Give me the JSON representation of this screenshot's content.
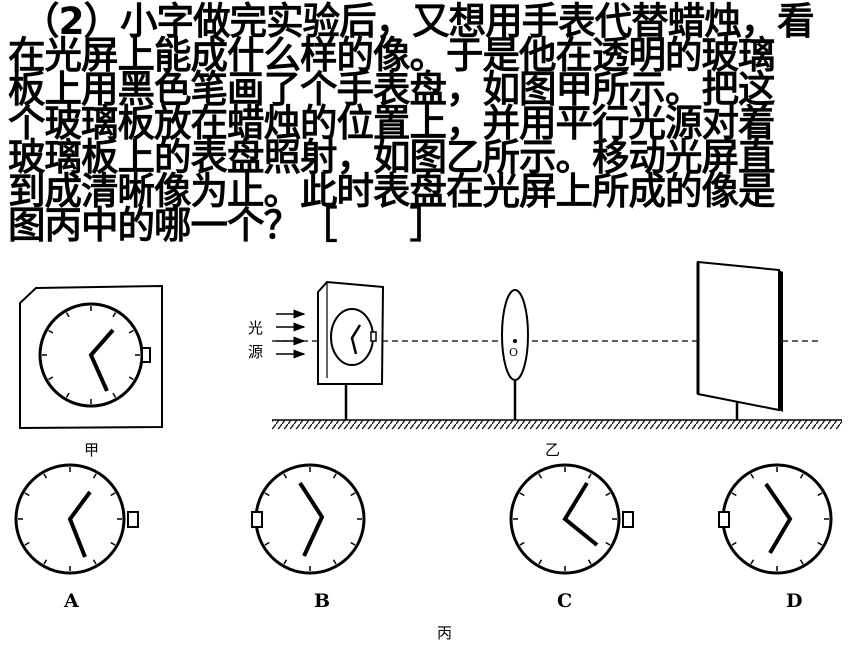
{
  "question": {
    "lines": [
      "（2）小字做完实验后，又想用手表代替蜡烛，看",
      "在光屏上能成什么样的像。于是他在透明的玻璃",
      "板上用黑色笔画了个手表盘，如图甲所示。把这",
      "个玻璃板放在蜡烛的位置上，并用平行光源对着",
      "玻璃板上的表盘照射，如图乙所示。移动光屏直",
      "到成清晰像为止。此时表盘在光屏上所成的像是",
      "图丙中的哪一个？［　　］"
    ]
  },
  "figure_jia": {
    "caption": "甲"
  },
  "figure_yi": {
    "light_label_1": "光",
    "light_label_2": "源",
    "lens_label": "O",
    "caption": "乙"
  },
  "figure_bing": {
    "options": [
      {
        "label": "A"
      },
      {
        "label": "B"
      },
      {
        "label": "C"
      },
      {
        "label": "D"
      }
    ],
    "caption": "丙"
  }
}
